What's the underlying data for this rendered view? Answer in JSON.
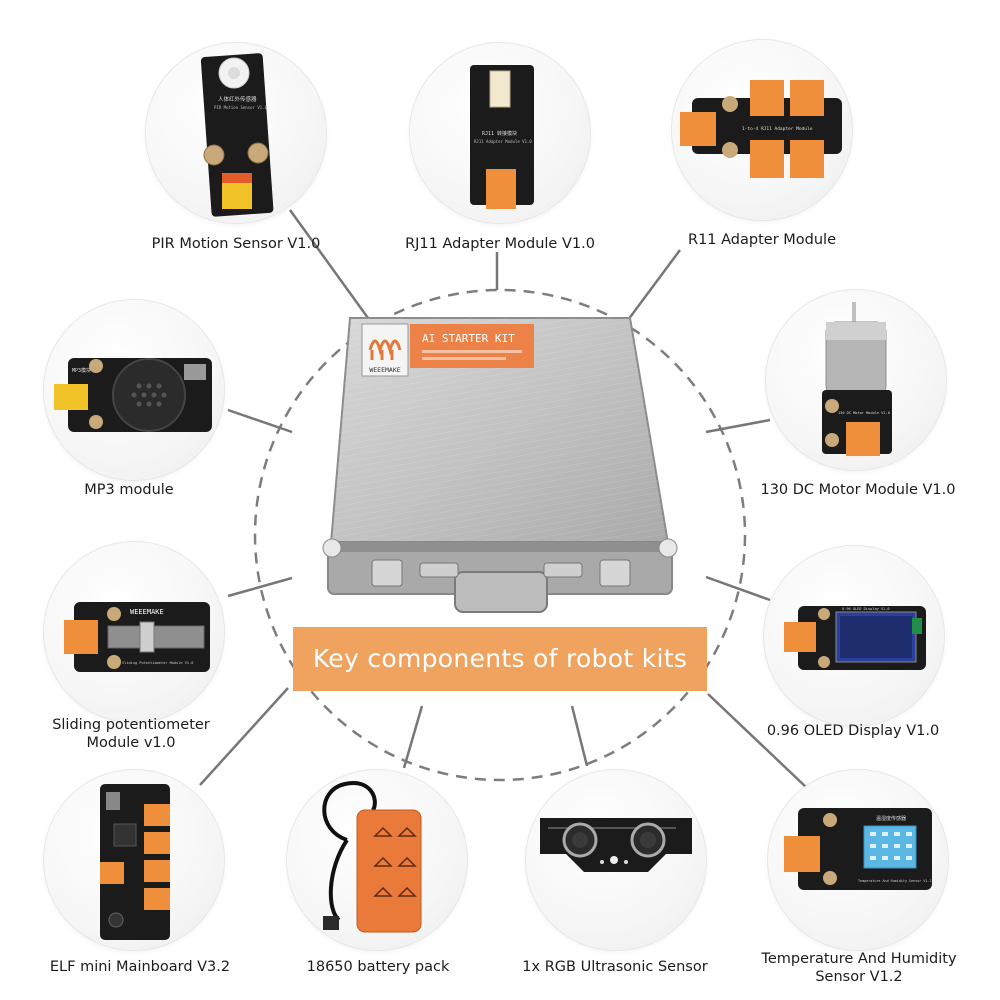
{
  "banner": {
    "title": "Key components of robot kits"
  },
  "case": {
    "brand": "WEEEMAKE",
    "label": "AI STARTER KIT"
  },
  "components": [
    {
      "id": "pir",
      "label": "PIR Motion Sensor V1.0",
      "board_text_cn": "人体红外传感器",
      "board_text": "PIR Motion Sensor V1.0"
    },
    {
      "id": "rj11",
      "label": "RJ11 Adapter Module V1.0",
      "board_text_cn": "RJ11 转接模块",
      "board_text": "RJ11 Adapter Module V1.0"
    },
    {
      "id": "r11",
      "label": "R11 Adapter Module",
      "board_text": "1-to-4 RJ11 Adapter Module"
    },
    {
      "id": "mp3",
      "label": "MP3 module",
      "board_text_cn": "MP3模块"
    },
    {
      "id": "motor",
      "label": "130 DC Motor Module V1.0",
      "board_text": "130 DC Motor Module V1.0"
    },
    {
      "id": "slider",
      "label_line1": "Sliding potentiometer",
      "label_line2": "Module v1.0",
      "board_brand": "WEEEMAKE",
      "board_text": "Sliding Potentiometer Module V1.0"
    },
    {
      "id": "oled",
      "label": "0.96 OLED Display V1.0",
      "board_text": "0.96 OLED Display V1.0"
    },
    {
      "id": "elf",
      "label": "ELF mini Mainboard V3.2"
    },
    {
      "id": "battery",
      "label": "18650 battery pack"
    },
    {
      "id": "ultra",
      "label": "1x RGB Ultrasonic Sensor"
    },
    {
      "id": "temp",
      "label_line1": "Temperature And Humidity",
      "label_line2": "Sensor V1.2",
      "board_text_cn": "温湿度传感器",
      "board_text": "Temperature And Humidity Sensor V1.2"
    }
  ],
  "colors": {
    "banner": "#f0a25f",
    "accent_orange": "#e9844a",
    "pcb": "#1b1b1b",
    "connector_yellow": "#f2c229",
    "connector_orange": "#ef8f3c"
  }
}
